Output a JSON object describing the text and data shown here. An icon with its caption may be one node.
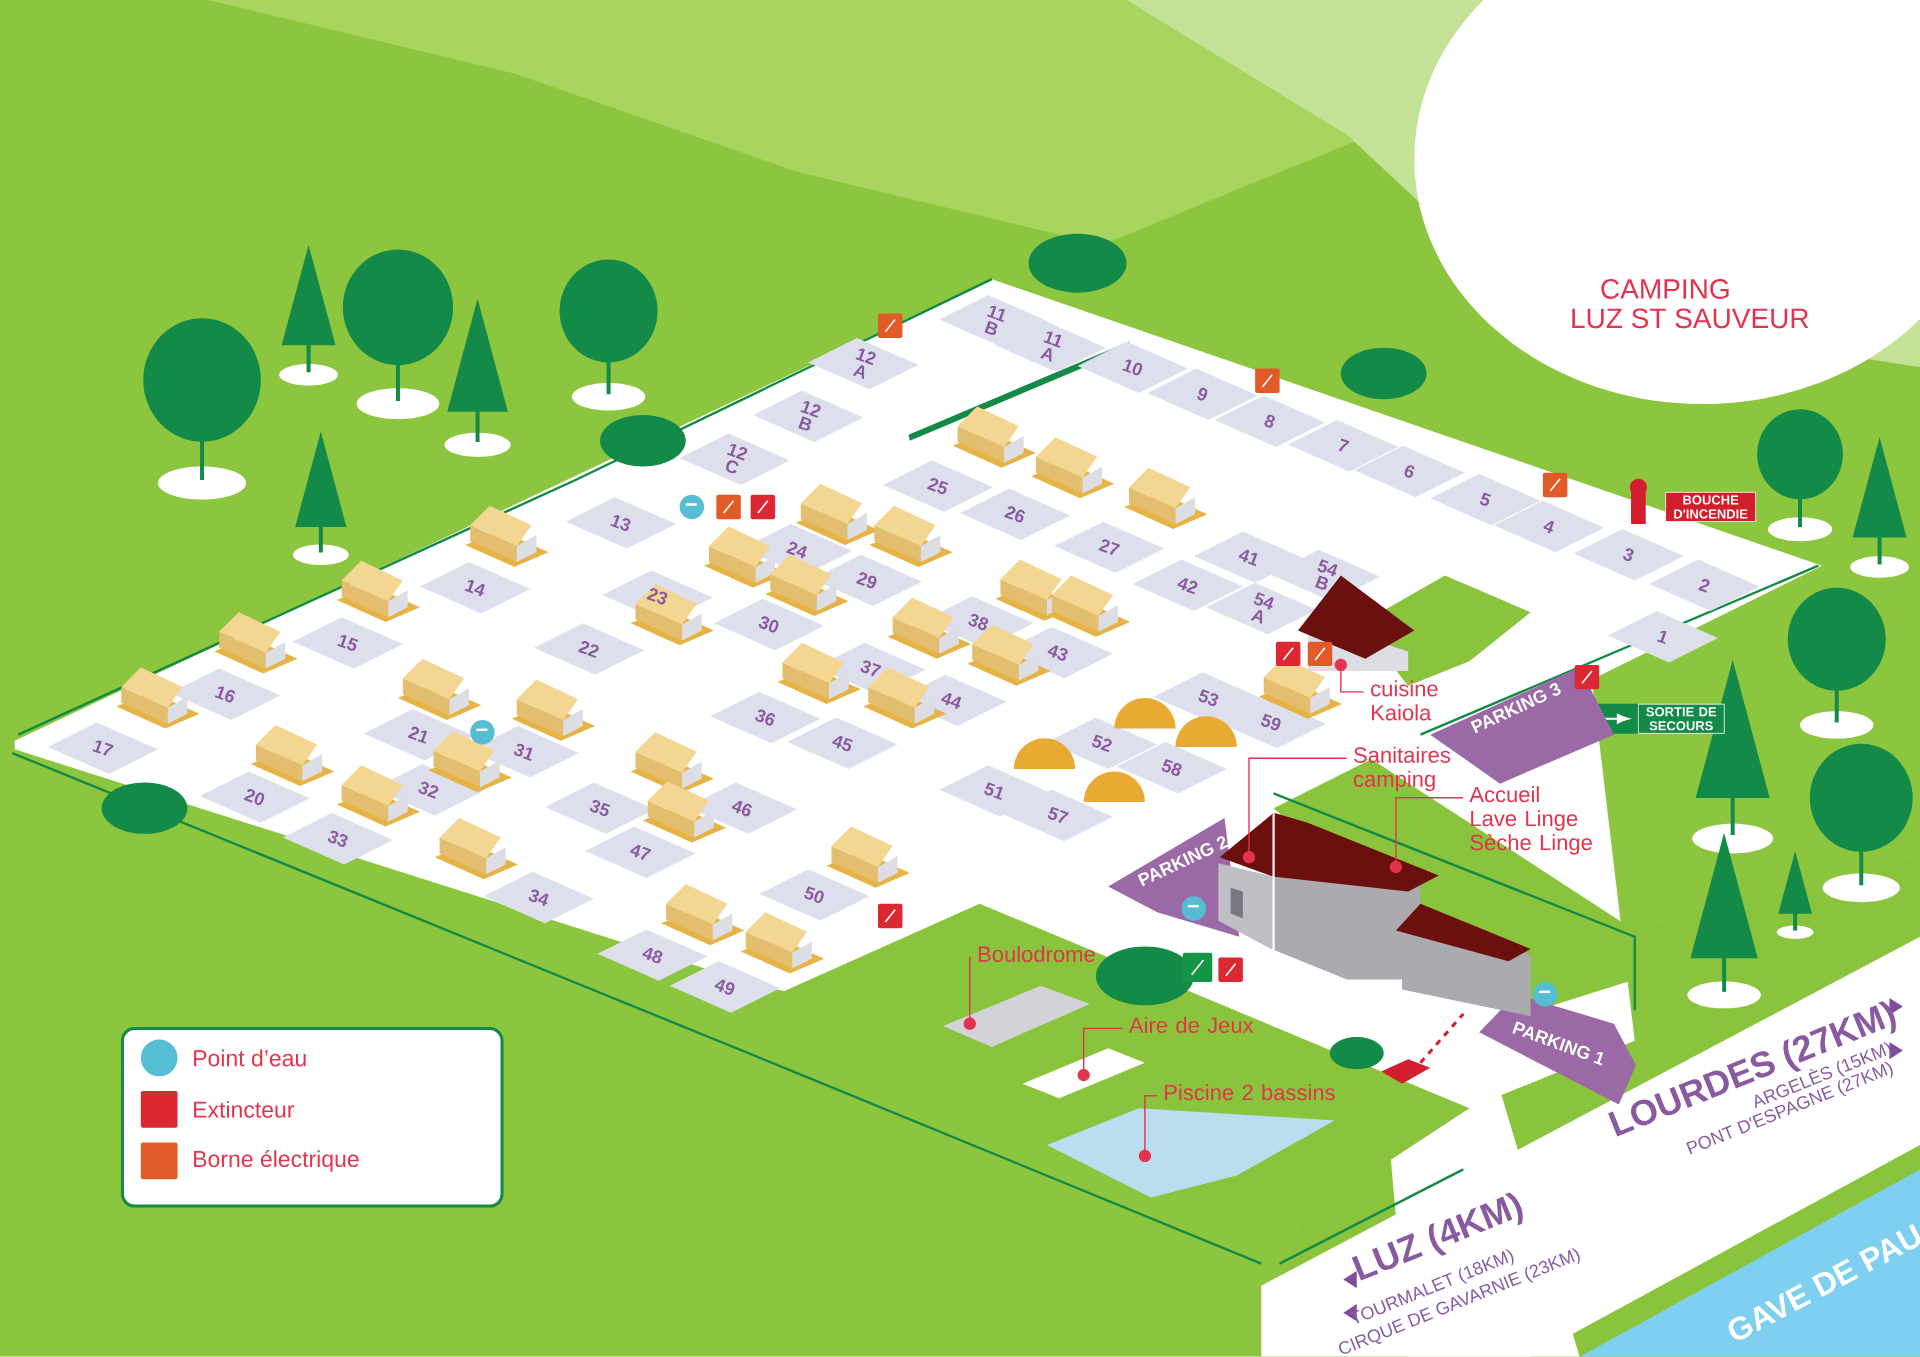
{
  "diagram": {
    "nodes": [
      {
        "text": [
          "11 B"
        ]
      },
      {
        "text": [
          "11 A"
        ]
      },
      {
        "text": [
          "12 A"
        ]
      },
      {
        "text": [
          "10"
        ]
      },
      {
        "text": [
          "9"
        ]
      },
      {
        "text": [
          "12 B"
        ]
      },
      {
        "text": [
          "8"
        ]
      },
      {
        "text": [
          "7"
        ]
      },
      {
        "text": [
          "12 C"
        ]
      },
      {
        "text": [
          "6"
        ]
      },
      {
        "text": [
          "25"
        ]
      },
      {
        "text": [
          "5"
        ]
      },
      {
        "text": [
          "26"
        ]
      },
      {
        "text": [
          "13"
        ]
      },
      {
        "text": [
          "4"
        ]
      },
      {
        "text": [
          "27"
        ]
      },
      {
        "text": [
          "24"
        ]
      },
      {
        "text": [
          "3"
        ]
      },
      {
        "text": [
          "41"
        ]
      },
      {
        "text": [
          "54 B"
        ]
      },
      {
        "text": [
          "29"
        ]
      },
      {
        "text": [
          "2"
        ]
      },
      {
        "text": [
          "42"
        ]
      },
      {
        "text": [
          "14"
        ]
      },
      {
        "text": [
          "23"
        ]
      },
      {
        "text": [
          "54 A"
        ]
      },
      {
        "text": [
          "38"
        ]
      },
      {
        "text": [
          "30"
        ]
      },
      {
        "text": [
          "1"
        ]
      },
      {
        "text": [
          "15"
        ]
      },
      {
        "text": [
          "22"
        ]
      },
      {
        "text": [
          "43"
        ]
      },
      {
        "text": [
          "37"
        ]
      },
      {
        "text": [
          "16"
        ]
      },
      {
        "text": [
          "53"
        ]
      },
      {
        "text": [
          "44"
        ]
      },
      {
        "text": [
          "36"
        ]
      },
      {
        "text": [
          "59"
        ]
      },
      {
        "text": [
          "21"
        ]
      },
      {
        "text": [
          "45"
        ]
      },
      {
        "text": [
          "52"
        ]
      },
      {
        "text": [
          "17"
        ]
      },
      {
        "text": [
          "31"
        ]
      },
      {
        "text": [
          "58"
        ]
      },
      {
        "text": [
          "32"
        ]
      },
      {
        "text": [
          "51"
        ]
      },
      {
        "text": [
          "20"
        ]
      },
      {
        "text": [
          "35"
        ]
      },
      {
        "text": [
          "46"
        ]
      },
      {
        "text": [
          "57"
        ]
      },
      {
        "text": [
          "33"
        ]
      },
      {
        "text": [
          "47"
        ]
      },
      {
        "text": [
          "50"
        ]
      },
      {
        "text": [
          "34"
        ]
      },
      {
        "text": [
          "48"
        ]
      },
      {
        "text": [
          "49"
        ]
      },
      {
        "text": [
          "BOUCHE D'INCENDIE"
        ]
      },
      {
        "text": [
          "SORTIE DE SECOURS"
        ]
      },
      {
        "text": [
          "PARKING 3"
        ]
      },
      {
        "text": [
          "PARKING 2"
        ]
      },
      {
        "text": [
          "PARKING 1"
        ]
      },
      {
        "text": [
          "cuisine Kaiola"
        ]
      },
      {
        "text": [
          "Sanitaires camping"
        ]
      },
      {
        "text": [
          "Accueil",
          "Lave Linge",
          "Sèche Linge"
        ]
      },
      {
        "text": [
          "Boulodrome"
        ]
      },
      {
        "text": [
          "Aire de Jeux"
        ]
      },
      {
        "text": [
          "Piscine 2 bassins"
        ]
      },
      {
        "text": [],
        "shape": "picture"
      },
      {
        "text": [],
        "shape": "picture"
      },
      {
        "text": [],
        "shape": "picture"
      },
      {
        "text": [],
        "shape": "box"
      },
      {
        "text": [],
        "shape": "box"
      },
      {
        "text": [],
        "shape": "box"
      }
    ],
    "edges": [
      {
        "from": 61,
        "to": 67,
        "arrow": "none"
      },
      {
        "from": 62,
        "to": 68,
        "arrow": "none"
      },
      {
        "from": 63,
        "to": 69,
        "arrow": "none"
      },
      {
        "from": 64,
        "to": 70,
        "arrow": "none"
      },
      {
        "from": 65,
        "to": 71,
        "arrow": "none"
      },
      {
        "from": 66,
        "to": 72,
        "arrow": "none"
      }
    ],
    "labels": [
      "CAMPING",
      "LUZ ST SAUVEUR",
      "LOURDES (27KM)",
      "ARGELÈS (15KM)",
      "PONT D'ESPAGNE (27KM)",
      "LUZ (4KM)",
      "TOURMALET (18KM)",
      "CIRQUE DE GAVARNIE (23KM)",
      "GAVE DE PAU"
    ],
    "legend": [
      {
        "text": "Point d’eau"
      },
      {
        "text": "Extincteur"
      },
      {
        "text": "Borne électrique"
      }
    ]
  }
}
